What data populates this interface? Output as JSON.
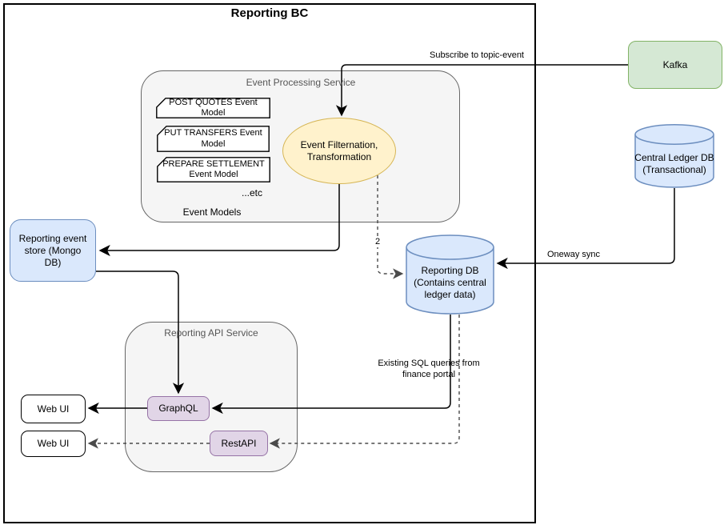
{
  "diagram": {
    "title": "Reporting BC",
    "event_processing": {
      "title": "Event Processing Service",
      "cards": [
        "POST QUOTES Event Model",
        "PUT TRANSFERS Event Model",
        "PREPARE SETTLEMENT Event Model"
      ],
      "etc_label": "...etc",
      "footer_label": "Event Models"
    },
    "filter_ellipse_label": "Event Filternation, Transformation",
    "kafka_label": "Kafka",
    "central_ledger_db_label": "Central Ledger DB (Transactional)",
    "reporting_db_label": "Reporting DB (Contains central ledger data)",
    "event_store_label": "Reporting event store (Mongo DB)",
    "reporting_api": {
      "title": "Reporting API Service",
      "graphql_label": "GraphQL",
      "restapi_label": "RestAPI"
    },
    "web_ui_top_label": "Web UI",
    "web_ui_bottom_label": "Web UI",
    "edge_labels": {
      "subscribe": "Subscribe to topic-event",
      "oneway_sync": "Oneway sync",
      "step_2": "2",
      "sql_queries": "Existing SQL queries from finance portal"
    },
    "colors": {
      "kafka_fill": "#d5e8d4",
      "kafka_stroke": "#82b366",
      "db_fill": "#dae8fc",
      "db_stroke": "#6c8ebf",
      "filter_fill": "#fff2cc",
      "filter_stroke": "#d6b656",
      "api_fill": "#e1d5e7",
      "api_stroke": "#9673a6",
      "container_fill": "#f5f5f5",
      "container_stroke": "#666666",
      "line": "#000000"
    }
  }
}
